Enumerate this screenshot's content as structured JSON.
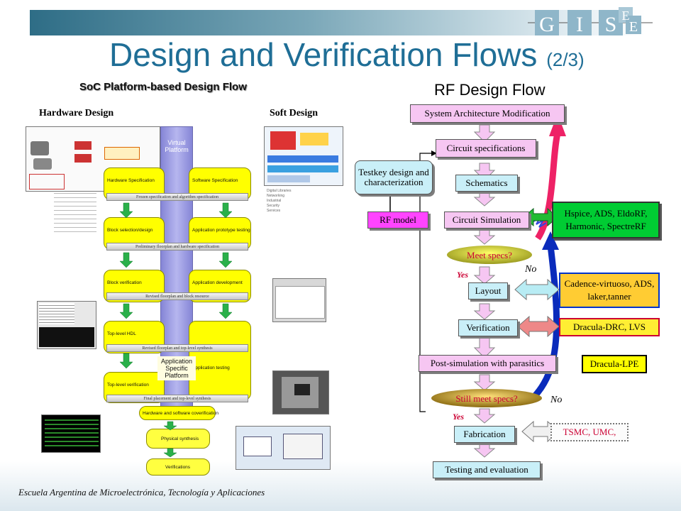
{
  "header": {
    "logo_letters": [
      "G",
      "I",
      "S",
      "E",
      "E"
    ],
    "title": "Design and Verification Flows",
    "title_suffix": "(2/3)"
  },
  "footer": {
    "institution": "Escuela Argentina de Microelectrónica, Tecnología y Aplicaciones"
  },
  "soc_flow": {
    "title": "SoC Platform-based Design Flow",
    "hardware_label": "Hardware Design",
    "software_label": "Soft Design",
    "virtual_platform": "Virtual Platform",
    "app_platform": "Application Specific Platform",
    "boxes": {
      "hw_spec": "Hardware Specification",
      "sw_spec": "Software Specification",
      "block_select": "Block selection/design",
      "app_proto": "Application prototype testing",
      "block_verif": "Block verification",
      "app_dev": "Application development",
      "top_hdl": "Top-level HDL",
      "app_testing": "Application testing",
      "top_verif": "Top-level verification",
      "hw_sw_cover": "Hardware and software coverification",
      "phys_synth": "Physical synthesis",
      "verifications": "Verifications"
    },
    "bars": [
      "Frozen specification and algorithm specification",
      "Preliminary floorplan and hardware specification",
      "Revised floorplan and block resource",
      "Revised floorplan and top-level synthesis",
      "Final placement and top-level synthesis"
    ],
    "sw_notes": [
      "Digital Libraries",
      "Networking",
      "Industrial",
      "Security",
      "Services"
    ]
  },
  "rf_flow": {
    "title": "RF Design Flow",
    "steps": {
      "sys_arch": "System Architecture Modification",
      "circuit_spec": "Circuit specifications",
      "schematics": "Schematics",
      "testkey": "Testkey design and characterization",
      "rf_model": "RF model",
      "circuit_sim": "Circuit Simulation",
      "meet_specs": "Meet specs?",
      "layout": "Layout",
      "verification": "Verification",
      "post_sim": "Post-simulation with parasitics",
      "still_meet": "Still meet specs?",
      "fabrication": "Fabrication",
      "testing": "Testing and evaluation"
    },
    "yes1": "Yes",
    "no1": "No",
    "yes2": "Yes",
    "no2": "No",
    "tools": {
      "sim_tools": "Hspice, ADS, EldoRF, Harmonic, SpectreRF",
      "layout_tools": "Cadence-virtuoso, ADS, laker,tanner",
      "verif_tools": "Dracula-DRC, LVS",
      "lpe_tools": "Dracula-LPE",
      "fab_tools": "TSMC, UMC,"
    },
    "colors": {
      "pink": "#f6c6f2",
      "cyan": "#c9eff8",
      "yellow": "#ffff00",
      "green": "#00cc33",
      "blue": "#0033cc",
      "red_text": "#cc0033"
    }
  }
}
